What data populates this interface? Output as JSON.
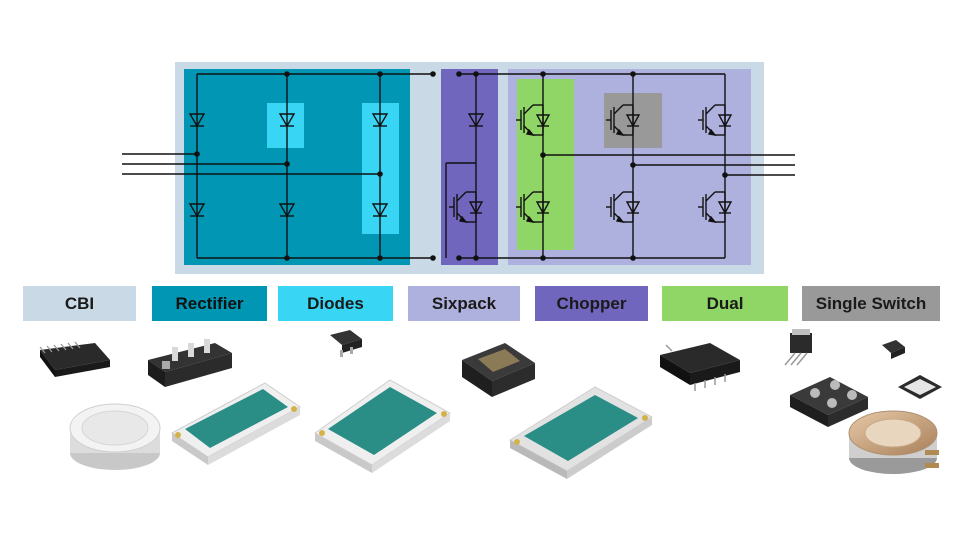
{
  "colors": {
    "cbi": "#c9d9e6",
    "rectifier": "#0096b4",
    "diodes": "#38d6f4",
    "sixpack": "#aeb0dd",
    "chopper": "#7166be",
    "dual": "#8fd666",
    "single_switch": "#999999",
    "wire": "#111111"
  },
  "labels": {
    "cbi": "CBI",
    "rectifier": "Rectifier",
    "diodes": "Diodes",
    "sixpack": "Sixpack",
    "chopper": "Chopper",
    "dual": "Dual",
    "single_switch": "Single Switch"
  },
  "icons": [
    "diode-icon",
    "igbt-icon",
    "power-module-icon",
    "press-pack-icon",
    "discrete-package-icon"
  ]
}
